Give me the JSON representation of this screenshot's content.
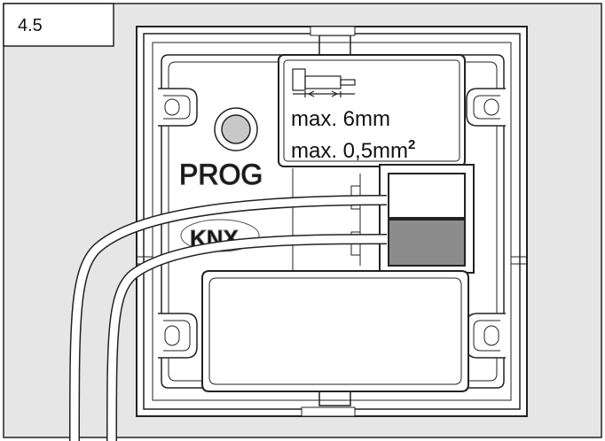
{
  "figure": {
    "number": "4.5",
    "colors": {
      "background": "#e6e6e6",
      "body": "#ffffff",
      "line": "#222222",
      "led": "#c8c8c8",
      "terminal_dark": "#8c8c8c",
      "wire": "#ffffff"
    }
  },
  "device": {
    "prog_label": "PROG",
    "logo_text": "KNX",
    "prog_button_icon": "circle-button-icon",
    "strip_icon": "wire-strip-length-icon"
  },
  "spec": {
    "strip_length_text": "max. 6mm",
    "cross_section_prefix": "max. 0,5mm",
    "cross_section_sup": "2"
  }
}
